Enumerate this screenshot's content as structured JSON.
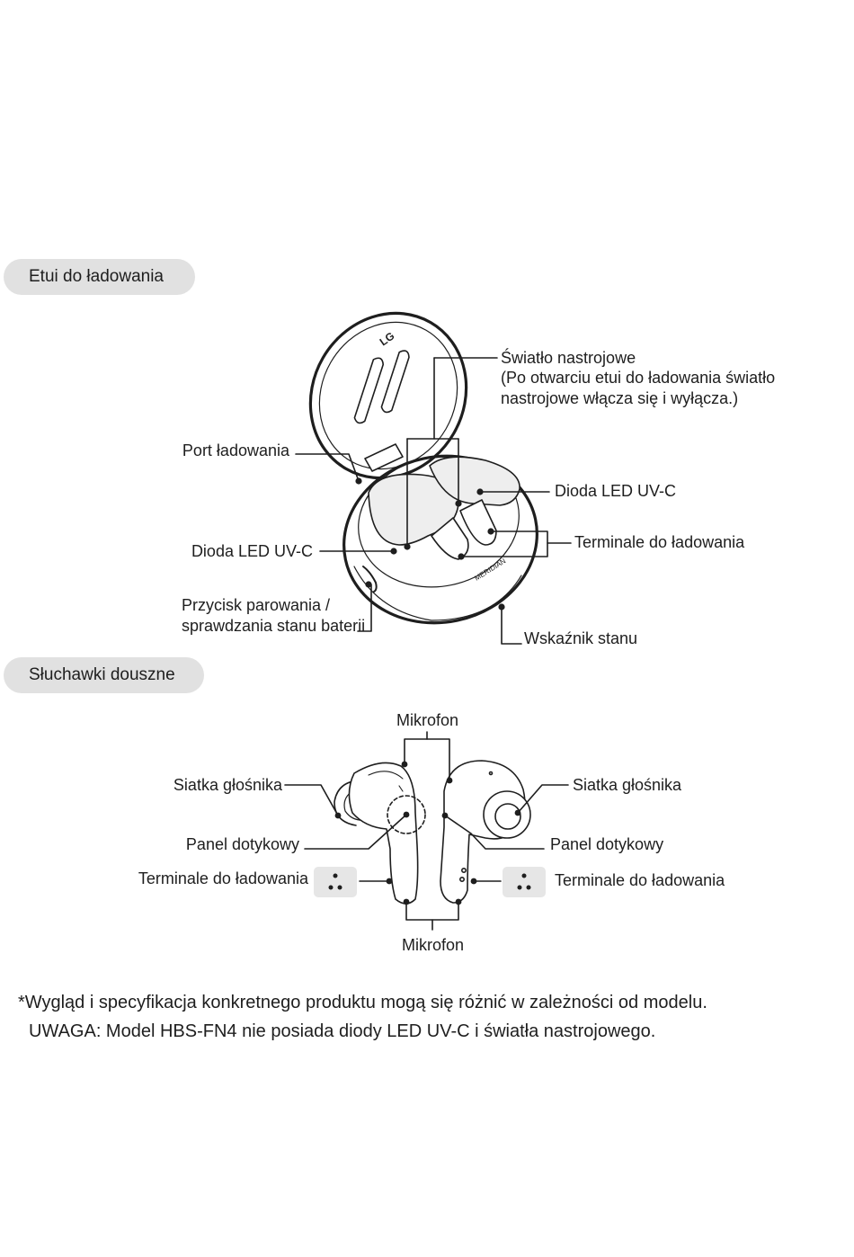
{
  "sections": {
    "case_title": "Etui do ładowania",
    "earbuds_title": "Słuchawki douszne"
  },
  "case_labels": {
    "mood_light": "Światło nastrojowe",
    "mood_light_note_1": "(Po otwarciu etui do ładowania światło",
    "mood_light_note_2": "nastrojowe włącza się i wyłącza.)",
    "charging_port": "Port ładowania",
    "uvc_led_right": "Dioda LED UV-C",
    "uvc_led_left": "Dioda LED UV-C",
    "charging_terminals": "Terminale do ładowania",
    "pairing_button_1": "Przycisk parowania /",
    "pairing_button_2": "sprawdzania stanu baterii",
    "status_indicator": "Wskaźnik stanu"
  },
  "earbud_labels": {
    "mic_top": "Mikrofon",
    "speaker_mesh_left": "Siatka głośnika",
    "speaker_mesh_right": "Siatka głośnika",
    "touch_panel_left": "Panel dotykowy",
    "touch_panel_right": "Panel dotykowy",
    "terminals_left": "Terminale do ładowania",
    "terminals_right": "Terminale do ładowania",
    "mic_bottom": "Mikrofon"
  },
  "brand_marks": {
    "lid_logo": "LG",
    "case_logo": "MERIDIAN"
  },
  "notes": {
    "disclaimer": "*Wygląd i specyfikacja konkretnego produktu mogą się różnić w zależności od modelu.",
    "warning": "UWAGA: Model HBS-FN4 nie posiada diody LED UV-C i światła nastrojowego."
  }
}
